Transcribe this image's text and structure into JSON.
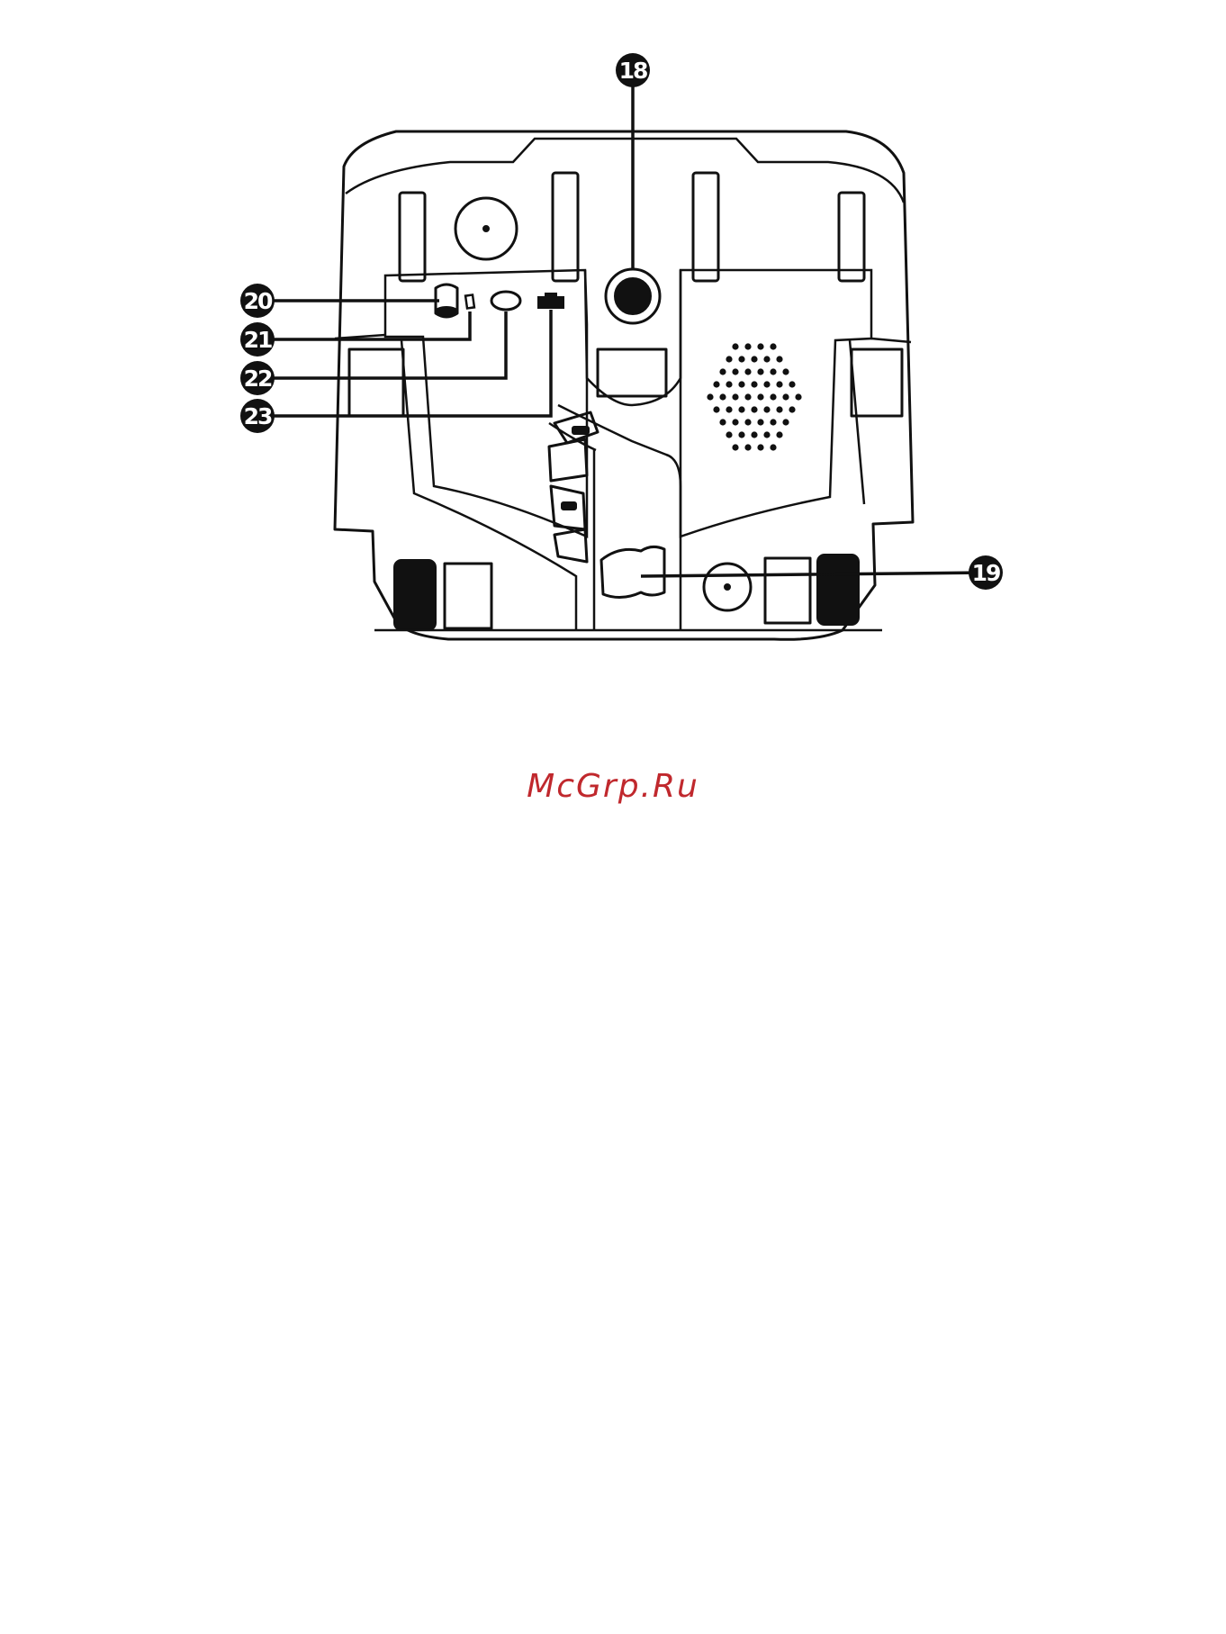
{
  "callouts": [
    {
      "id": "c18",
      "label": "18"
    },
    {
      "id": "c19",
      "label": "19"
    },
    {
      "id": "c20",
      "label": "20"
    },
    {
      "id": "c21",
      "label": "21"
    },
    {
      "id": "c22",
      "label": "22"
    },
    {
      "id": "c23",
      "label": "23"
    }
  ],
  "watermark": "McGrp.Ru",
  "colors": {
    "line": "#111111",
    "background": "#ffffff",
    "watermark": "#c0282d"
  }
}
